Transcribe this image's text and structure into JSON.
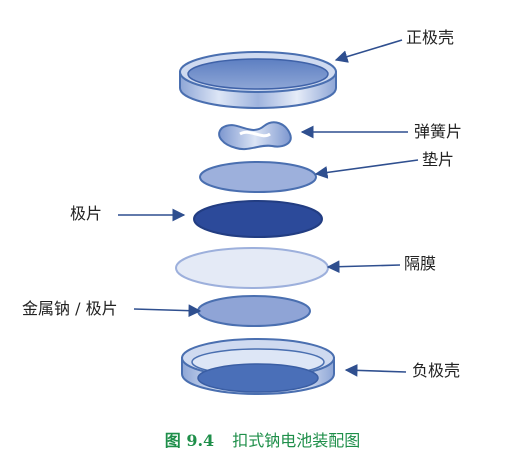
{
  "labels": {
    "positive_case": "正极壳",
    "spring": "弹簧片",
    "gasket": "垫片",
    "electrode": "极片",
    "separator": "隔膜",
    "sodium_electrode": "金属钠 / 极片",
    "negative_case": "负极壳"
  },
  "caption": {
    "figure_number": "图 9.4",
    "title": "扣式钠电池装配图"
  },
  "colors": {
    "case_outline": "#4a6fb0",
    "case_fill": "#b8c8e8",
    "gasket": "#9db0dc",
    "electrode": "#2c4a9a",
    "separator": "#e4eaf6",
    "arrow": "#2f4f8f",
    "caption": "#1f8f4a"
  }
}
